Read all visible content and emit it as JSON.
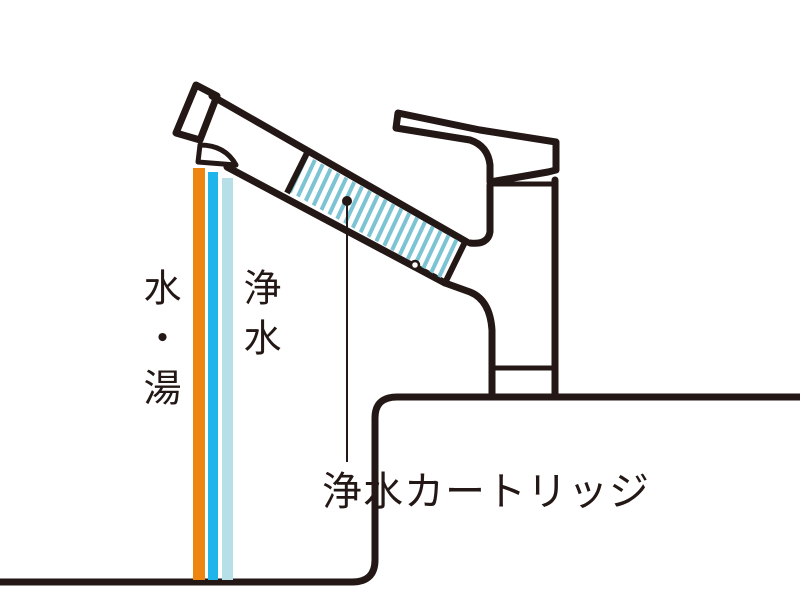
{
  "labels": {
    "hot_cold": "水・湯",
    "purified": "浄水",
    "cartridge": "浄水カートリッジ"
  },
  "colors": {
    "outline": "#231815",
    "hot_cold_pipe": "#ee8510",
    "water_pipe": "#1fb4ea",
    "purified_pipe": "#b7dfe8",
    "cartridge_hatch": "#7cc4d3"
  }
}
